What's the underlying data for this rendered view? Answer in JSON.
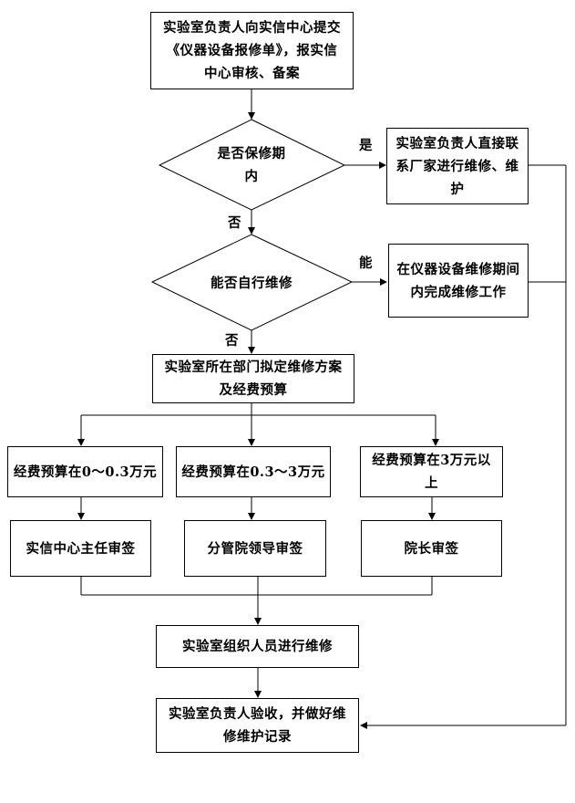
{
  "nodes": {
    "submit": "实验室负责人向实信中心提交《仪器设备报修单》，报实信中心审核、备案",
    "in_warranty": "是否保修期内",
    "contact_vendor": "实验室负责人直接联系厂家进行维修、维护",
    "self_repair": "能否自行维修",
    "complete_repair": "在仪器设备维修期间内完成维修工作",
    "plan_budget": "实验室所在部门拟定维修方案及经费预算",
    "budget_low": "经费预算在0～0.3万元",
    "budget_mid": "经费预算在0.3～3万元",
    "budget_high": "经费预算在3万元以上",
    "approve_director": "实信中心主任审签",
    "approve_vp": "分管院领导审签",
    "approve_president": "院长审签",
    "organize_repair": "实验室组织人员进行维修",
    "accept": "实验室负责人验收，并做好维修维护记录"
  },
  "edge_labels": {
    "yes": "是",
    "no_1": "否",
    "can": "能",
    "no_2": "否"
  }
}
